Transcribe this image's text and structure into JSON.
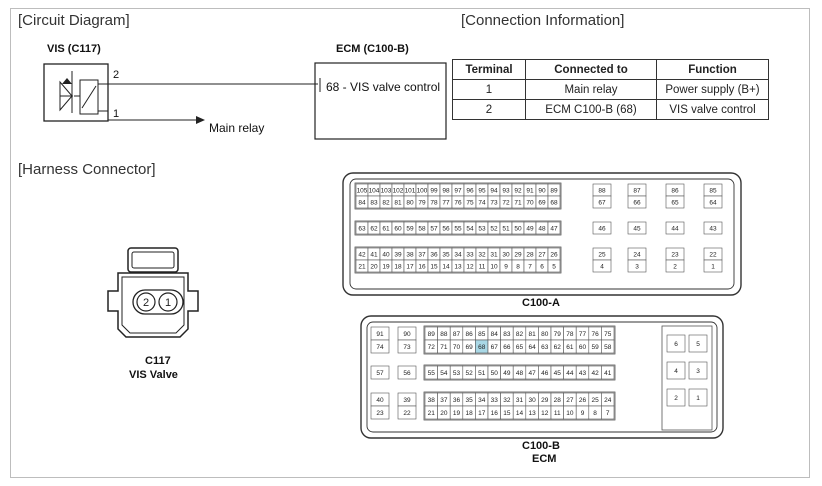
{
  "sections": {
    "circuit_title": "[Circuit Diagram]",
    "connection_title": "[Connection Information]",
    "harness_title": "[Harness Connector]"
  },
  "circuit": {
    "vis_label": "VIS (C117)",
    "ecm_label": "ECM (C100-B)",
    "pin2": "2",
    "pin1": "1",
    "ecm_pin_label": "68 - VIS valve control",
    "main_relay": "Main relay"
  },
  "table": {
    "headers": [
      "Terminal",
      "Connected to",
      "Function"
    ],
    "rows": [
      [
        "1",
        "Main relay",
        "Power supply (B+)"
      ],
      [
        "2",
        "ECM C100-B (68)",
        "VIS valve control"
      ]
    ]
  },
  "c117": {
    "name": "C117",
    "desc": "VIS Valve",
    "pins": [
      "2",
      "1"
    ]
  },
  "c100a": {
    "name": "C100-A",
    "main_rows": [
      [
        "105",
        "104",
        "103",
        "102",
        "101",
        "100",
        "99",
        "98",
        "97",
        "96",
        "95",
        "94",
        "93",
        "92",
        "91",
        "90",
        "89"
      ],
      [
        "84",
        "83",
        "82",
        "81",
        "80",
        "79",
        "78",
        "77",
        "76",
        "75",
        "74",
        "73",
        "72",
        "71",
        "70",
        "69",
        "68"
      ],
      [
        "63",
        "62",
        "61",
        "60",
        "59",
        "58",
        "57",
        "56",
        "55",
        "54",
        "53",
        "52",
        "51",
        "50",
        "49",
        "48",
        "47"
      ],
      [
        "42",
        "41",
        "40",
        "39",
        "38",
        "37",
        "36",
        "35",
        "34",
        "33",
        "32",
        "31",
        "30",
        "29",
        "28",
        "27",
        "26"
      ],
      [
        "21",
        "20",
        "19",
        "18",
        "17",
        "16",
        "15",
        "14",
        "13",
        "12",
        "11",
        "10",
        "9",
        "8",
        "7",
        "6",
        "5"
      ]
    ],
    "side_rows": [
      [
        "88",
        "87",
        "86",
        "85"
      ],
      [
        "67",
        "66",
        "65",
        "64"
      ],
      [
        "46",
        "45",
        "44",
        "43"
      ],
      [
        "25",
        "24",
        "23",
        "22"
      ],
      [
        "4",
        "3",
        "2",
        "1"
      ]
    ]
  },
  "c100b": {
    "name": "C100-B",
    "sub": "ECM",
    "highlight": "68",
    "highlight_color": "#a9d8e6",
    "left_rows": [
      [
        "91",
        "90"
      ],
      [
        "74",
        "73"
      ],
      [
        "57",
        "56"
      ],
      [
        "40",
        "39"
      ],
      [
        "23",
        "22"
      ]
    ],
    "main_rows": [
      [
        "89",
        "88",
        "87",
        "86",
        "85",
        "84",
        "83",
        "82",
        "81",
        "80",
        "79",
        "78",
        "77",
        "76",
        "75"
      ],
      [
        "72",
        "71",
        "70",
        "69",
        "68",
        "67",
        "66",
        "65",
        "64",
        "63",
        "62",
        "61",
        "60",
        "59",
        "58"
      ],
      [
        "55",
        "54",
        "53",
        "52",
        "51",
        "50",
        "49",
        "48",
        "47",
        "46",
        "45",
        "44",
        "43",
        "42",
        "41"
      ],
      [
        "38",
        "37",
        "36",
        "35",
        "34",
        "33",
        "32",
        "31",
        "30",
        "29",
        "28",
        "27",
        "26",
        "25",
        "24"
      ],
      [
        "21",
        "20",
        "19",
        "18",
        "17",
        "16",
        "15",
        "14",
        "13",
        "12",
        "11",
        "10",
        "9",
        "8",
        "7"
      ]
    ],
    "right_rows": [
      [
        "6",
        "5"
      ],
      [
        "4",
        "3"
      ],
      [
        "2",
        "1"
      ]
    ]
  }
}
